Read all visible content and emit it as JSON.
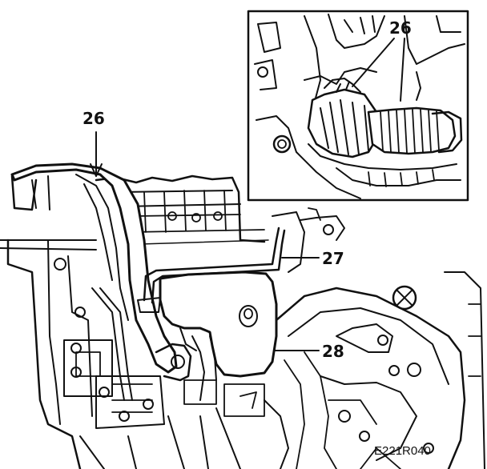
{
  "figure": {
    "code": "E221R040",
    "callouts": [
      {
        "id": "main-26",
        "text": "26"
      },
      {
        "id": "inset-26",
        "text": "26"
      },
      {
        "id": "27",
        "text": "27"
      },
      {
        "id": "28",
        "text": "28"
      }
    ]
  },
  "colors": {
    "ink": "#111111",
    "paper": "#ffffff"
  }
}
